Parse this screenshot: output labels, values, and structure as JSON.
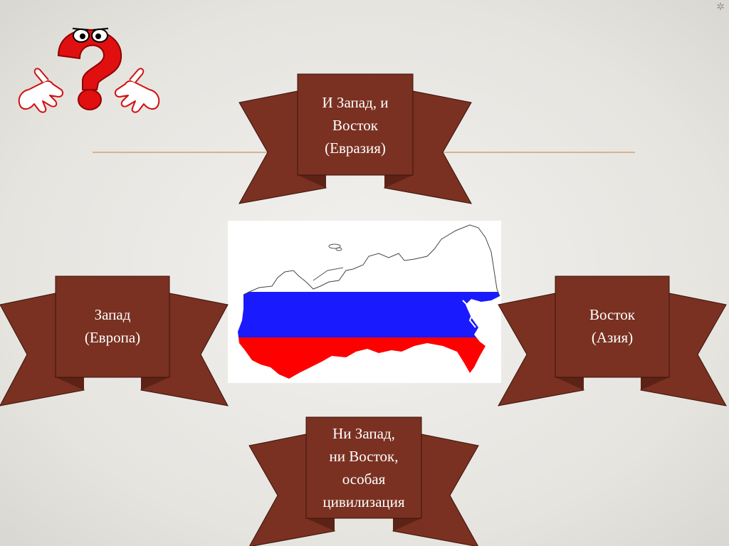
{
  "slide": {
    "corner_mark": "✲",
    "ribbons": {
      "top": [
        "И Запад, и",
        "Восток",
        "(Евразия)"
      ],
      "left": [
        "Запад",
        "(Европа)"
      ],
      "right": [
        "Восток",
        "(Азия)"
      ],
      "bottom": [
        "Ни Запад,",
        "ни Восток,",
        "особая",
        "цивилизация"
      ]
    }
  },
  "colors": {
    "ribbon_fill": "#7a3121",
    "ribbon_shadow": "#5c2216",
    "ribbon_text": "#ffffff",
    "divider": "#d6b48c",
    "flag_white": "#ffffff",
    "flag_blue": "#1a1aff",
    "flag_red": "#ff0000",
    "question_mark": "#e01010"
  },
  "icons": {
    "question_mark": "question-mark-character-icon",
    "map": "russia-flag-map-icon"
  }
}
